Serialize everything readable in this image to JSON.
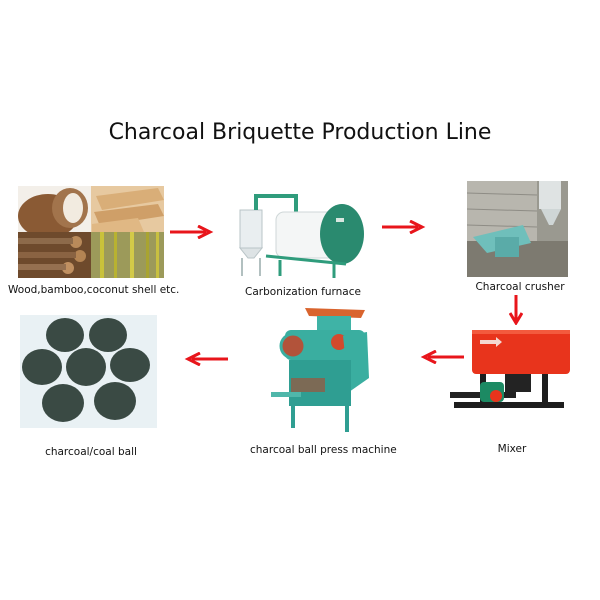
{
  "title": "Charcoal Briquette Production Line",
  "steps": [
    {
      "id": "raw-materials",
      "label": "Wood,bamboo,coconut shell etc."
    },
    {
      "id": "carbonization-furnace",
      "label": "Carbonization furnace"
    },
    {
      "id": "charcoal-crusher",
      "label": "Charcoal crusher"
    },
    {
      "id": "mixer",
      "label": "Mixer"
    },
    {
      "id": "ball-press",
      "label": "charcoal ball press machine"
    },
    {
      "id": "coal-ball",
      "label": "charcoal/coal ball"
    }
  ],
  "flow": [
    {
      "from": "raw-materials",
      "to": "carbonization-furnace",
      "direction": "right"
    },
    {
      "from": "carbonization-furnace",
      "to": "charcoal-crusher",
      "direction": "right"
    },
    {
      "from": "charcoal-crusher",
      "to": "mixer",
      "direction": "down"
    },
    {
      "from": "mixer",
      "to": "ball-press",
      "direction": "left"
    },
    {
      "from": "ball-press",
      "to": "coal-ball",
      "direction": "left"
    }
  ],
  "colors": {
    "arrow": "#e8151b",
    "machine_green": "#2fa38c",
    "mixer_red": "#e8341c"
  }
}
